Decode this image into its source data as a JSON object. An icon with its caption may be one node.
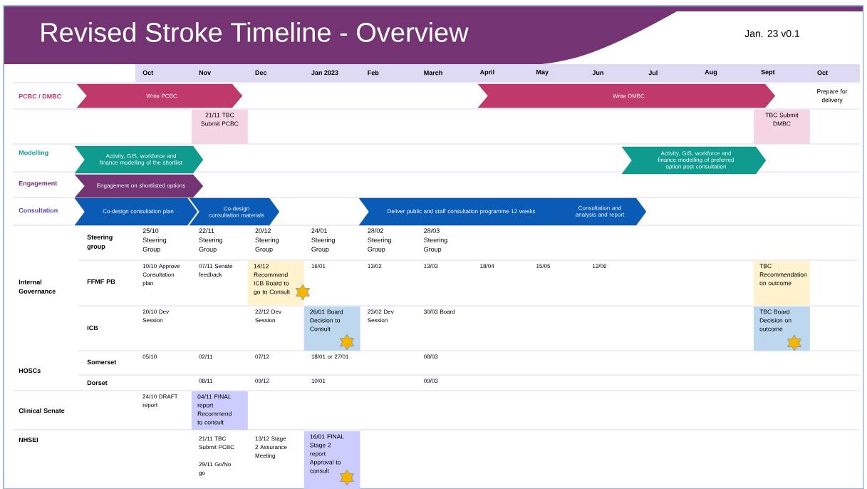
{
  "diagram": {
    "title": "Revised Stroke Timeline - Overview",
    "nodes": [
      {
        "text": [
          "Write PCBC"
        ]
      },
      {
        "text": [
          "Write DMBC"
        ]
      },
      {
        "text": [
          "21/11 TBC Submit PCBC"
        ]
      },
      {
        "text": [
          "TBC Submit DMBC"
        ]
      },
      {
        "text": [
          "Activity, GIS, workforce and finance modelling of the shortlist"
        ]
      },
      {
        "text": [
          "Activity, GIS, workforce and finance modelling of preferred option post consultation"
        ]
      },
      {
        "text": [
          "Engagement on shortlisted options"
        ]
      },
      {
        "text": [
          "Co-design consultation plan"
        ]
      },
      {
        "text": [
          "Co-design consultation materials"
        ]
      },
      {
        "text": [
          "Deliver public and staff consultation programme 12 weeks"
        ]
      },
      {
        "text": [
          "Consultation and analysis and report"
        ]
      },
      {
        "text": [
          "14/12 Recommend ICB Board to go to Consult"
        ]
      },
      {
        "text": [
          "TBC Recommendation on outcome"
        ]
      },
      {
        "text": [
          "26/01 Board Decision to Consult"
        ]
      },
      {
        "text": [
          "TBC Board Decision on outcome"
        ]
      },
      {
        "text": [
          "04/11 FINAL report Recommend to consult"
        ]
      },
      {
        "text": [
          "16/01 FINAL Stage 2 report Approval to consult"
        ]
      }
    ],
    "labels": [
      "Jan. 23 v0.1",
      "Oct",
      "Nov",
      "Dec",
      "Jan 2023",
      "Feb",
      "March",
      "April",
      "May",
      "Jun",
      "Jul",
      "Aug",
      "Sept",
      "Oct",
      "Prepare for delivery",
      "PCBC / DMBC",
      "Modelling",
      "Engagement",
      "Consultation",
      "Steering group",
      "25/10 Steering Group",
      "22/11 Steering Group",
      "20/12 Steering Group",
      "24/01 Steering Group",
      "28/02 Steering Group",
      "28/03 Steering Group",
      "Internal Governance",
      "FFMF PB",
      "10/10 Approve Consultation plan",
      "07/11 Senate feedback",
      "16/01",
      "13/02",
      "13/03",
      "18/04",
      "15/05",
      "12/06",
      "ICB",
      "20/10 Dev Session",
      "22/12 Dev Session",
      "23/02 Dev Session",
      "30/03 Board",
      "Somerset",
      "05/10",
      "02/11",
      "07/12",
      "18/01 or 27/01",
      "08/03",
      "HOSCs",
      "Dorset",
      "08/11",
      "09/12",
      "10/01",
      "09/03",
      "Clinical Senate",
      "24/10 DRAFT report",
      "NHSEI",
      "21/11 TBC Submit PCBC",
      "29/11 Go/No go",
      "13/12 Stage 2 Assurance Meeting"
    ]
  }
}
